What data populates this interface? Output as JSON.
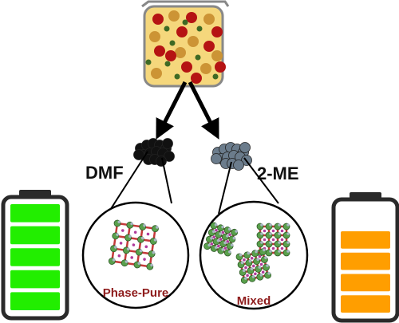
{
  "labels": {
    "left_solvent": "DMF",
    "right_solvent": "2-ME",
    "left_phase": "Phase-Pure",
    "right_phase": "Mixed"
  },
  "colors": {
    "solution": "#f5d77c",
    "beaker_edge": "#888888",
    "particle_red": "#b51313",
    "particle_orange": "#cc9435",
    "particle_green": "#3e6a24",
    "dmf_cluster": "#111111",
    "me_cluster": "#6b7c8c",
    "phase_label": "#8e1b1b",
    "battery_left_fill": "#22ee00",
    "battery_right_fill": "#ff9e00",
    "battery_shell": "#2a2a2a"
  },
  "batteries": {
    "left": {
      "filled_bars": 5,
      "total_bars": 5
    },
    "right": {
      "filled_bars": 4,
      "total_bars": 4
    }
  }
}
